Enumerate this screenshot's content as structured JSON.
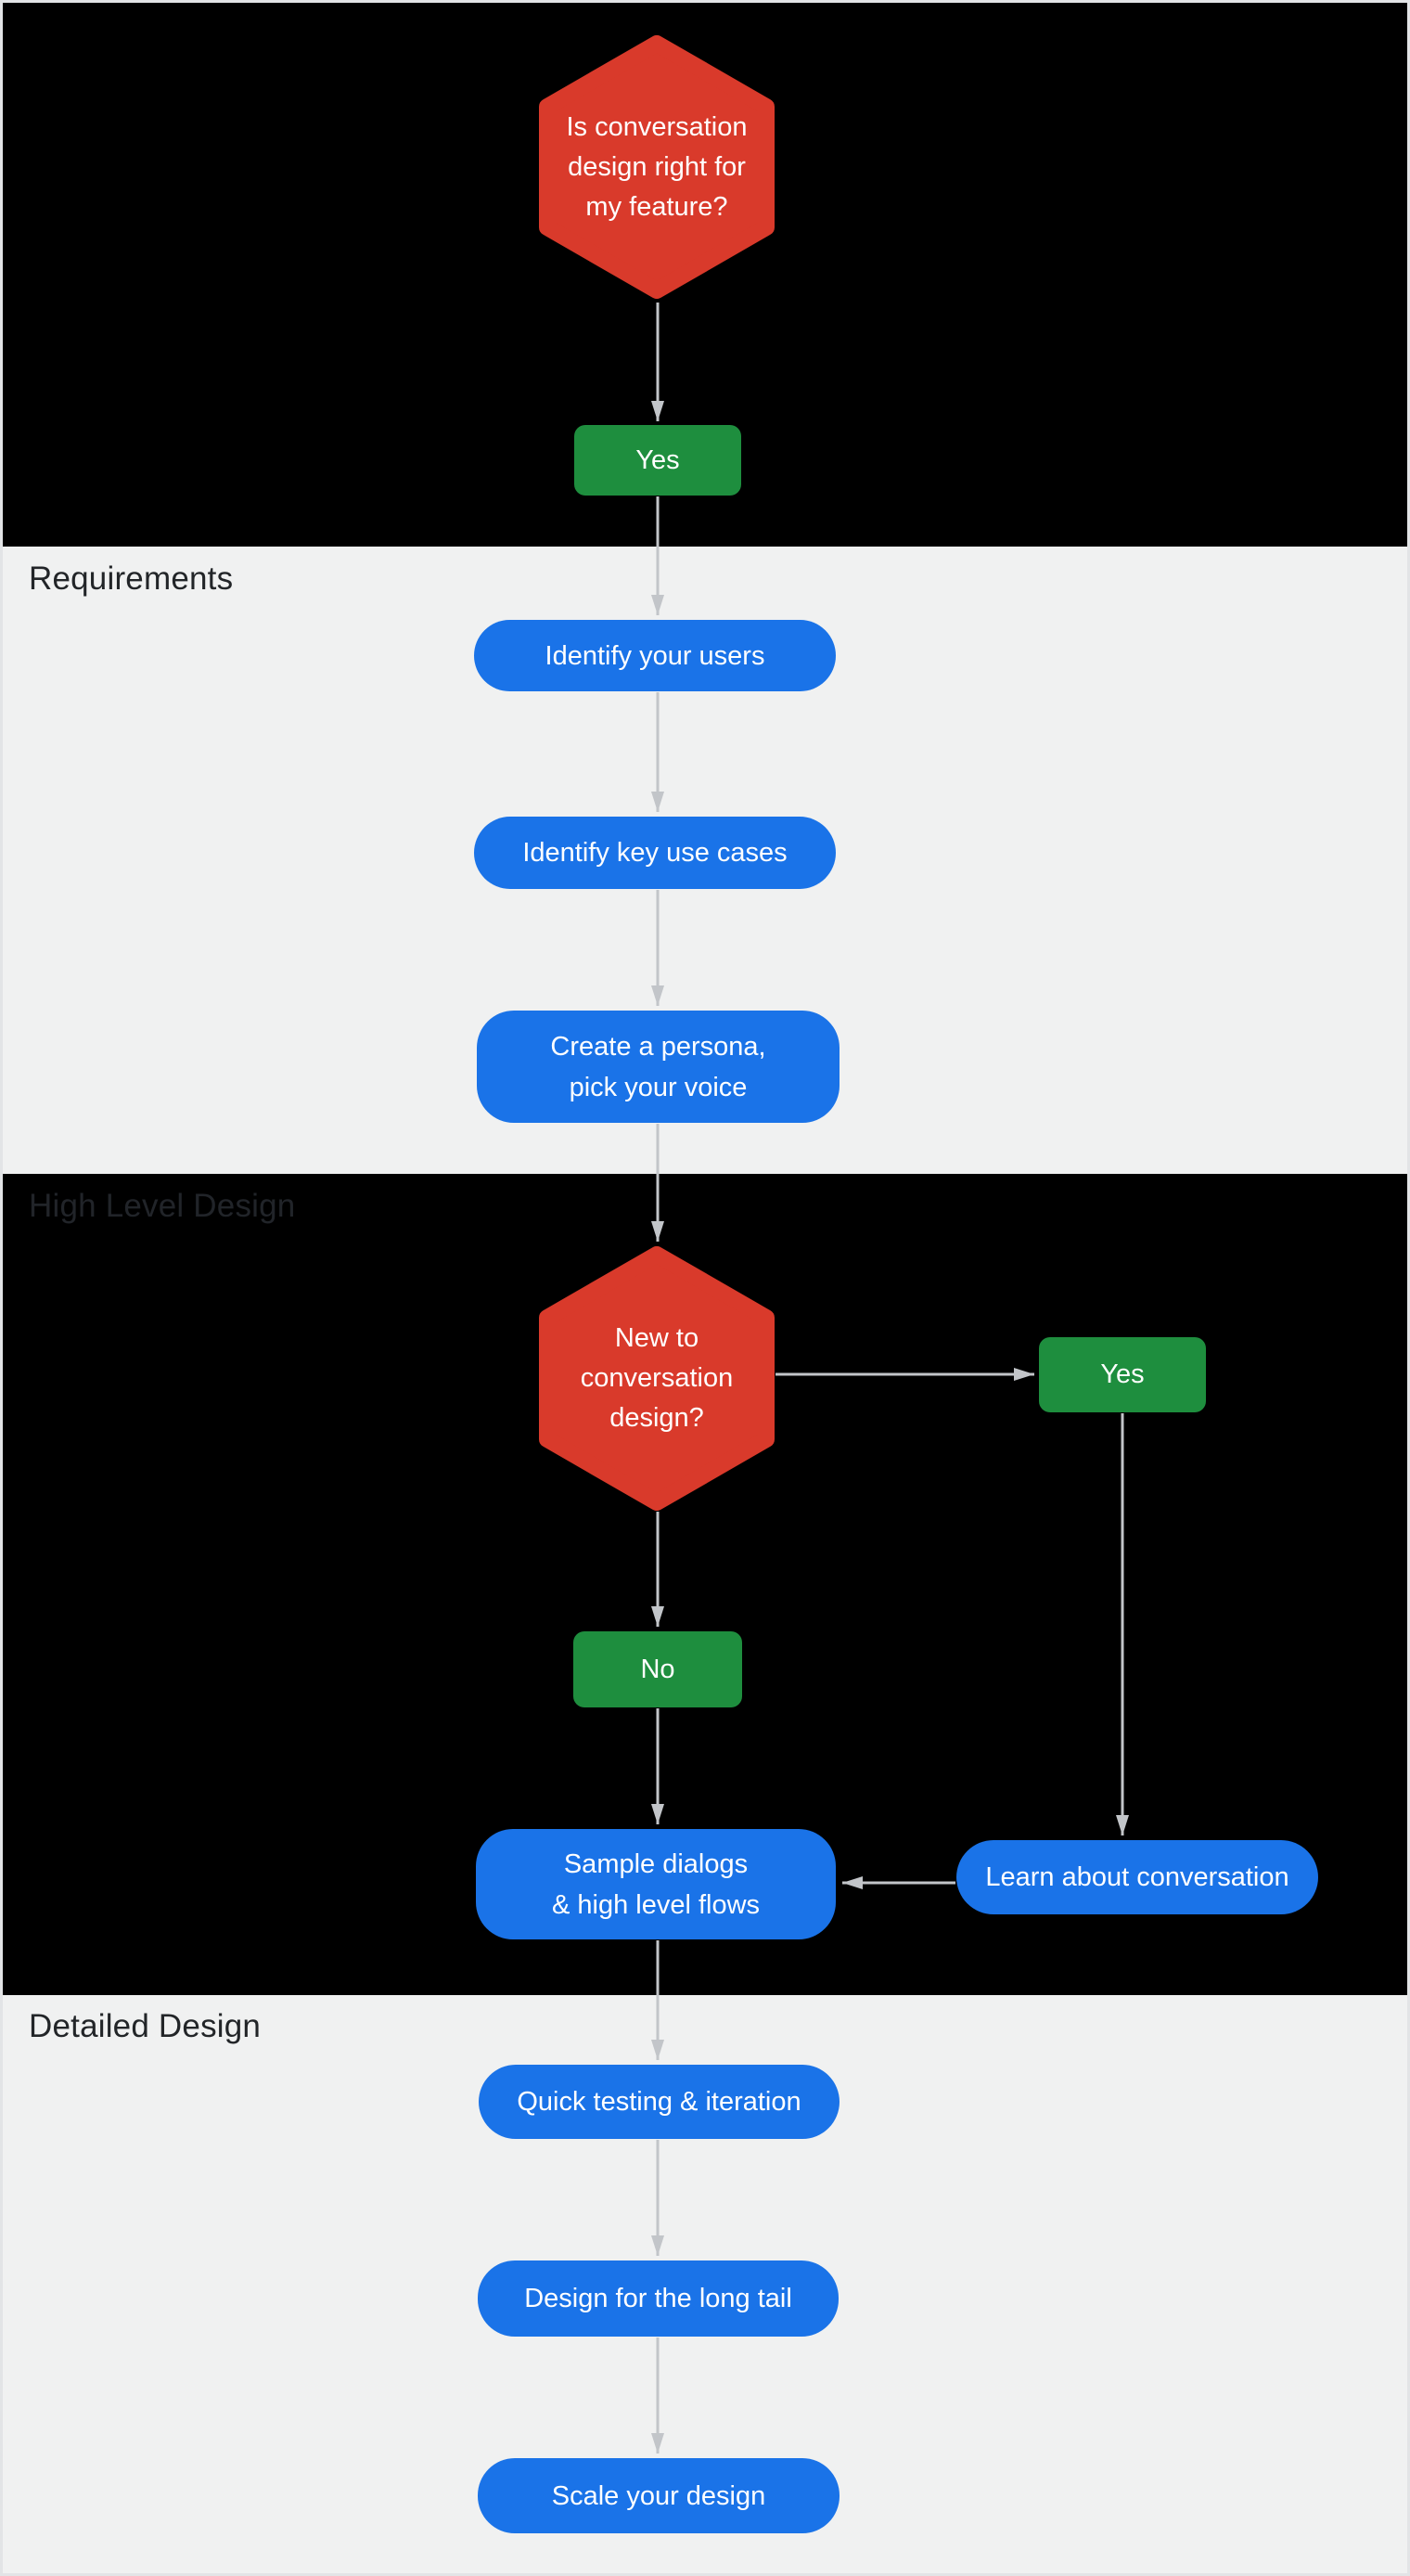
{
  "sections": {
    "requirements": {
      "label": "Requirements"
    },
    "high_level_design": {
      "label": "High Level Design"
    },
    "detailed_design": {
      "label": "Detailed Design"
    }
  },
  "nodes": {
    "decision_start": {
      "label": "Is conversation\ndesign right for\nmy feature?",
      "type": "decision"
    },
    "yes_start": {
      "label": "Yes",
      "type": "answer"
    },
    "identify_users": {
      "label": "Identify your users",
      "type": "step"
    },
    "identify_use_cases": {
      "label": "Identify key use cases",
      "type": "step"
    },
    "create_persona": {
      "label": "Create a persona,\npick your voice",
      "type": "step"
    },
    "decision_new": {
      "label": "New to\nconversation\ndesign?",
      "type": "decision"
    },
    "yes_new": {
      "label": "Yes",
      "type": "answer"
    },
    "no_new": {
      "label": "No",
      "type": "answer"
    },
    "sample_dialogs": {
      "label": "Sample dialogs\n& high level flows",
      "type": "step"
    },
    "learn_conversation": {
      "label": "Learn about conversation",
      "type": "step"
    },
    "quick_testing": {
      "label": "Quick testing & iteration",
      "type": "step"
    },
    "long_tail": {
      "label": "Design for the long tail",
      "type": "step"
    },
    "scale_design": {
      "label": "Scale your design",
      "type": "step"
    }
  },
  "colors": {
    "decision_red": "#d93a2b",
    "step_blue": "#1a73e8",
    "answer_green": "#1e8e3e",
    "band_dark": "#000000",
    "band_light": "#f0f1f1",
    "connector_gray": "#c2c5c9",
    "section_label": "#222528"
  }
}
